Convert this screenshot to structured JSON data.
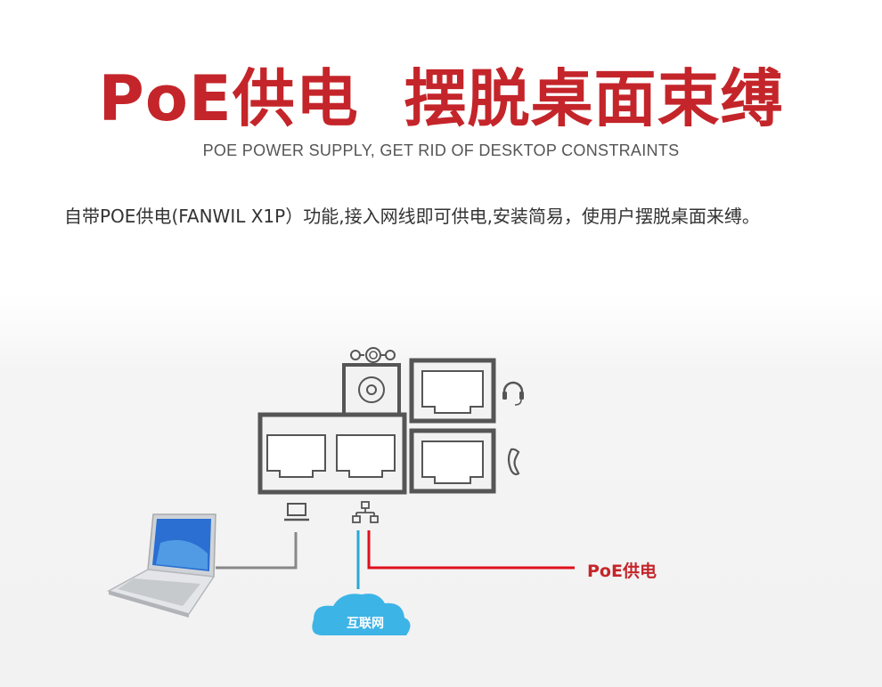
{
  "header": {
    "title": "PoE供电  摆脱桌面束缚",
    "subtitle": "POE POWER SUPPLY, GET RID OF DESKTOP CONSTRAINTS"
  },
  "description": "自带POE供电(FANWIL X1P）功能,接入网线即可供电,安装简易，使用户摆脱桌面来缚。",
  "diagram": {
    "poe_label": "PoE供电",
    "cloud_label": "互联网",
    "icons": [
      "power-jack-icon",
      "dc-power-symbol-icon",
      "headset-icon",
      "handset-icon",
      "pc-icon",
      "network-icon",
      "laptop-icon",
      "cloud-icon"
    ],
    "colors": {
      "title": "#c4252a",
      "poe_line": "#e0101c",
      "network_line": "#2aa7d4",
      "pc_line": "#888888",
      "cloud": "#3db4e6",
      "port_frame": "#555555"
    }
  }
}
